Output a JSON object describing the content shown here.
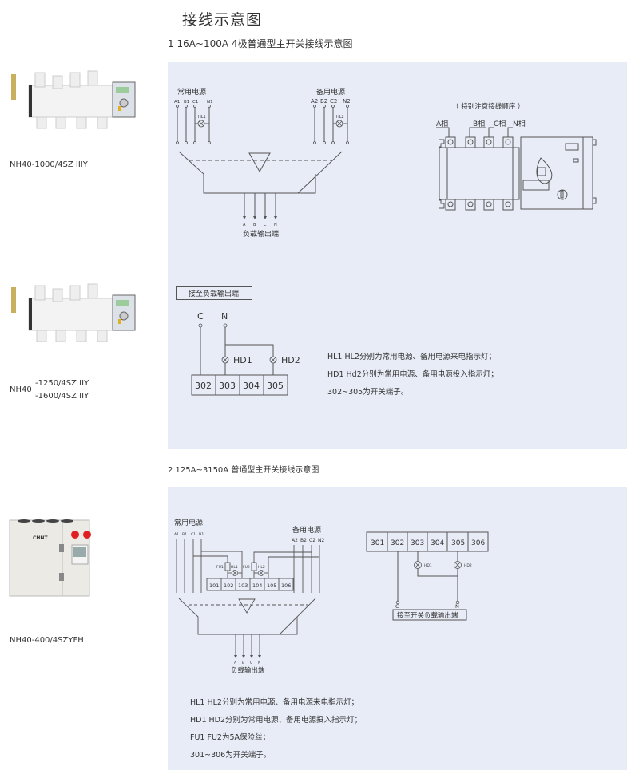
{
  "page": {
    "title": "接线示意图"
  },
  "section1": {
    "title": "1 16A~100A 4极普通型主开关接线示意图",
    "products": [
      {
        "model": "NH40-1000/4SZ IIIY"
      },
      {
        "model_prefix": "NH40",
        "model_suffixes": [
          "-1250/4SZ IIY",
          "-1600/4SZ IIY"
        ]
      }
    ],
    "diagram": {
      "normal_source_label": "常用电源",
      "normal_terminals": [
        "A1",
        "B1",
        "C1",
        "N1"
      ],
      "normal_lamp": "HL1",
      "backup_source_label": "备用电源",
      "backup_terminals": [
        "A2",
        "B2",
        "C2",
        "N2"
      ],
      "backup_lamp": "HL2",
      "load_terminals": [
        "A",
        "B",
        "C",
        "N"
      ],
      "load_label": "负载输出端"
    },
    "phase_order": {
      "note": "（ 特别注意接线顺序 ）",
      "phases": [
        "A相",
        "B相",
        "C相",
        "N相"
      ]
    },
    "aux_diagram": {
      "box_label": "接至负载输出端",
      "inputs": [
        "C",
        "N"
      ],
      "lamps": [
        "HD1",
        "HD2"
      ],
      "terminals": [
        "302",
        "303",
        "304",
        "305"
      ]
    },
    "notes": [
      "HL1 HL2分别为常用电源、备用电源来电指示灯；",
      "HD1 Hd2分别为常用电源、备用电源投入指示灯；",
      "302~305为开关端子。"
    ]
  },
  "section2": {
    "title": "2 125A~3150A 普通型主开关接线示意图",
    "products": [
      {
        "model": "NH40-400/4SZYFH",
        "brand": "CHNT"
      }
    ],
    "diagram": {
      "normal_source_label": "常用电源",
      "normal_terminals": [
        "A1",
        "B1",
        "C1",
        "N1"
      ],
      "backup_source_label": "备用电源",
      "backup_terminals": [
        "A2",
        "B2",
        "C2",
        "N2"
      ],
      "fuses": [
        "FU1",
        "FU2"
      ],
      "lamps": [
        "HL1",
        "HL2"
      ],
      "terminals": [
        "101",
        "102",
        "103",
        "104",
        "105",
        "106"
      ],
      "load_terminals": [
        "A",
        "B",
        "C",
        "N"
      ],
      "load_label": "负载输出端"
    },
    "aux_diagram": {
      "terminals": [
        "301",
        "302",
        "303",
        "304",
        "305",
        "306"
      ],
      "lamps": [
        "HD1",
        "HD2"
      ],
      "outputs": [
        "C",
        "N"
      ],
      "box_label": "接至开关负载输出端"
    },
    "notes": [
      "HL1 HL2分别为常用电源、备用电源来电指示灯；",
      "HD1 HD2分别为常用电源、备用电源投入指示灯；",
      "FU1 FU2为5A保险丝；",
      "301~306为开关端子。"
    ]
  },
  "colors": {
    "panel_bg": "#e8ecf7",
    "line": "#555555",
    "brand_red": "#e02020"
  }
}
